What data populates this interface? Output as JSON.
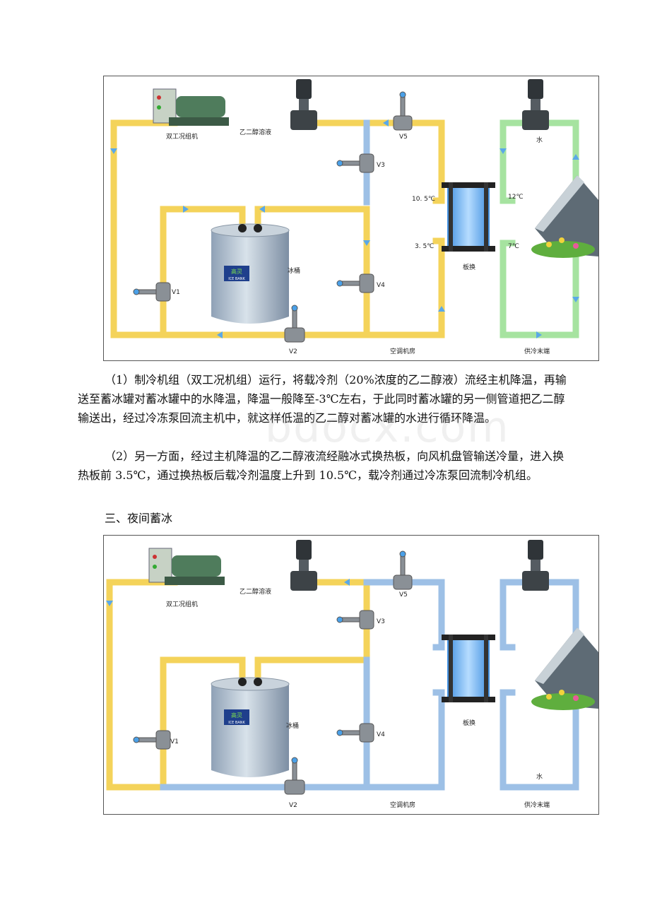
{
  "figure1": {
    "labels": {
      "chiller": "双工况组机",
      "glycol": "乙二醇溶液",
      "v1": "V1",
      "v2": "V2",
      "v3": "V3",
      "v4": "V4",
      "v5": "V5",
      "water": "水",
      "tank": "冰桶",
      "hx": "板换",
      "t_hot": "10. 5℃",
      "t_cold": "3. 5℃",
      "t_ret": "12℃",
      "t_sup": "7℃",
      "room": "空调机房",
      "terminal": "供冷末端",
      "tank_brand": "高灵",
      "tank_brand_en": "ICE BANK"
    }
  },
  "paragraph1": "（1）制冷机组（双工况机组）运行，将载冷剂（20%浓度的乙二醇液）流经主机降温，再输送至蓄冰罐对蓄冰罐中的水降温，降温一般降至-3℃左右，于此同时蓄冰罐的另一侧管道把乙二醇输送出，经过冷冻泵回流主机中，就这样低温的乙二醇对蓄冰罐的水进行循环降温。",
  "paragraph2": "（2）另一方面，经过主机降温的乙二醇液流经融冰式换热板，向风机盘管输送冷量，进入换热板前 3.5℃，通过换热板后载冷剂温度上升到 10.5℃，载冷剂通过冷冻泵回流制冷机组。",
  "section_title": "三、夜间蓄冰",
  "figure2": {
    "labels": {
      "chiller": "双工况组机",
      "glycol": "乙二醇溶液",
      "v1": "V1",
      "v2": "V2",
      "v3": "V3",
      "v4": "V4",
      "v5": "V5",
      "tank": "冰桶",
      "hx": "板换",
      "water": "水",
      "room": "空调机房",
      "terminal": "供冷末端",
      "tank_brand": "高灵",
      "tank_brand_en": "ICE BANK"
    }
  },
  "watermark": "bdocx.com",
  "colors": {
    "pipe_yellow": "#f4d35a",
    "pipe_blue": "#9dc0e6",
    "pipe_green": "#a6e3a0",
    "arrow": "#5aa8e8"
  }
}
